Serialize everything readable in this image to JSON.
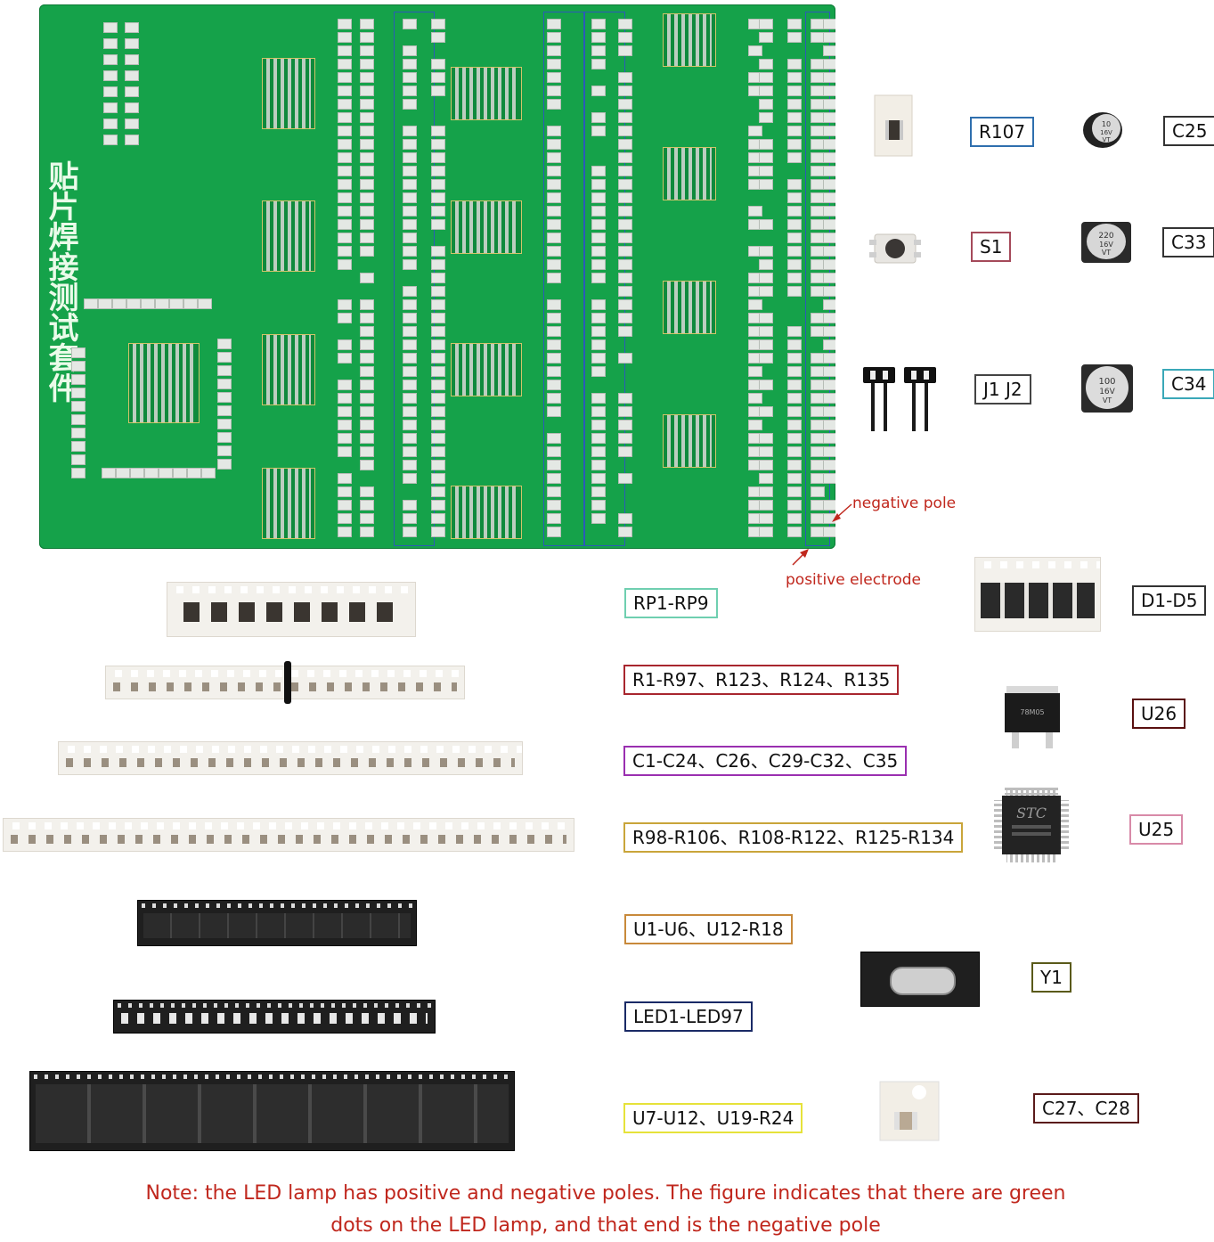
{
  "pcb": {
    "title": "贴片焊接测试套件"
  },
  "annotations": {
    "negative_pole": "negative pole",
    "positive_electrode": "positive electrode"
  },
  "labels": {
    "r107": "R107",
    "c25": "C25",
    "s1": "S1",
    "c33": "C33",
    "j1j2": "J1  J2",
    "c34": "C34",
    "rp": "RP1-RP9",
    "d1d5": "D1-D5",
    "r1r97": "R1-R97、R123、R124、R135",
    "u26": "U26",
    "c1c24": "C1-C24、C26、C29-C32、C35",
    "r98": "R98-R106、R108-R122、R125-R134",
    "u25": "U25",
    "u1u6": "U1-U6、U12-R18",
    "y1": "Y1",
    "led": "LED1-LED97",
    "u7u12": "U7-U12、U19-R24",
    "c27c28": "C27、C28"
  },
  "component_markings": {
    "c25": "10 16V VT",
    "c33": "220 16V VT",
    "c34": "100 16V VT",
    "u25": "STC"
  },
  "colors": {
    "pcb_green": "#15a24a",
    "note_red": "#c0271d",
    "r107_border": "#2f6fae",
    "s1_border": "#a54a5a",
    "j1j2_border": "#444444",
    "c34_border": "#3aa8b8",
    "rp_border": "#6fcfb0",
    "r1r97_border": "#a8262e",
    "u26_border": "#5a1010",
    "c1c24_border": "#9a2fb0",
    "r98_border": "#c9a53a",
    "u25_border": "#d88aa8",
    "u1u6_border": "#c8893a",
    "y1_border": "#5a5a1a",
    "led_border": "#1a2a66",
    "u7u12_border": "#e6e23a",
    "c27c28_border": "#5a1a1a"
  },
  "note": {
    "line1": "Note: the LED lamp has positive and negative poles. The figure indicates that there are green",
    "line2": "dots on the LED lamp, and that end is the negative pole"
  }
}
